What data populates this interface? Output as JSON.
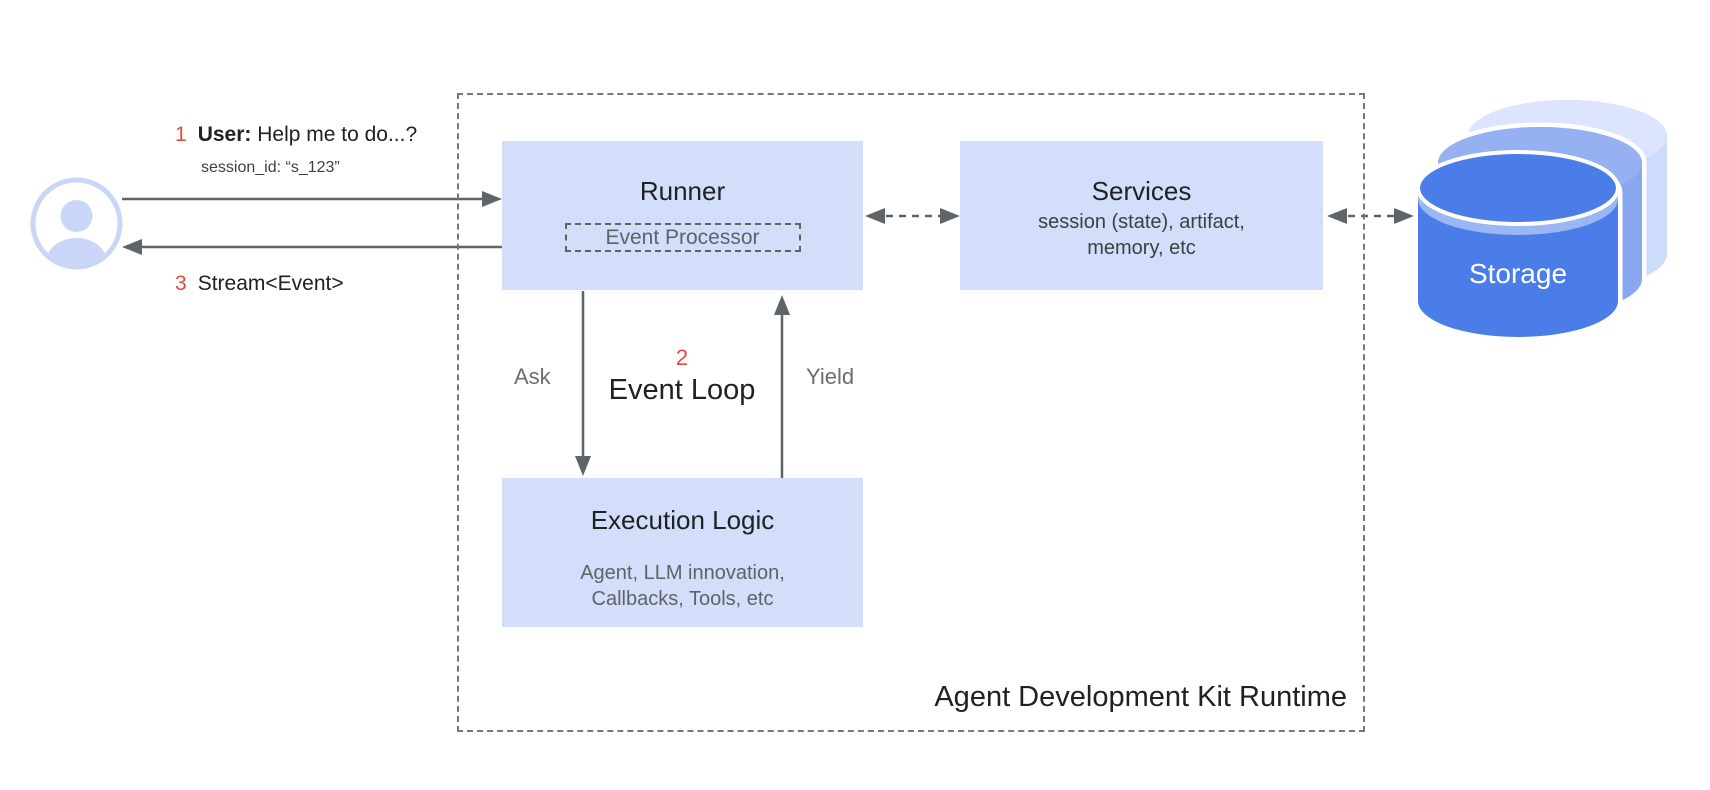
{
  "flow": {
    "step1": {
      "number": "1",
      "speaker": "User:",
      "text": " Help me to do...?",
      "session": "session_id: “s_123”"
    },
    "step3": {
      "number": "3",
      "text": "Stream<Event>"
    }
  },
  "runtime": {
    "title": "Agent Development Kit Runtime",
    "runner": {
      "title": "Runner",
      "processor": "Event Processor"
    },
    "services": {
      "title": "Services",
      "lines": [
        "session (state), artifact,",
        "memory, etc"
      ]
    },
    "execution": {
      "title": "Execution Logic",
      "lines": [
        "Agent, LLM innovation,",
        "Callbacks, Tools, etc"
      ]
    },
    "event_loop": {
      "number": "2",
      "title": "Event Loop",
      "ask": "Ask",
      "yield": "Yield"
    }
  },
  "storage": {
    "label": "Storage"
  },
  "icons": {
    "user": "user-avatar-icon",
    "storage": "database-cylinder-icon"
  },
  "colors": {
    "node_fill": "#D3DEFB",
    "accent_red": "#E14B3F",
    "arrow_gray": "#5F6469",
    "dark_text": "#202124",
    "gray_text": "#5F6368",
    "dashed_border": "#75797D",
    "storage_front": "#4B7DE9",
    "storage_middle": "#89A7EF",
    "storage_back": "#CEDCFB",
    "avatar_blue": "#C9D6F8"
  }
}
